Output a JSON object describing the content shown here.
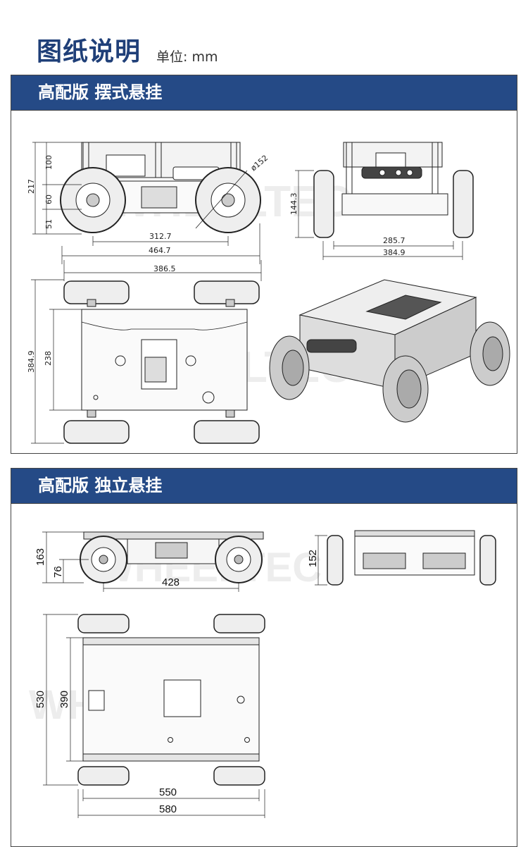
{
  "header": {
    "title": "图纸说明",
    "unit": "单位: mm"
  },
  "section1": {
    "title": "高配版 摆式悬挂",
    "dims": {
      "h_total": "217",
      "h_top": "100",
      "h_mid": "60",
      "h_bot": "51",
      "wheel_dia": "ø152",
      "wheelbase": "312.7",
      "length_total": "464.7",
      "track_side": "144.3",
      "track_inner": "285.7",
      "width_total": "384.9",
      "top_len": "386.5",
      "top_w_total": "384.9",
      "top_w_inner": "238"
    }
  },
  "section2": {
    "title": "高配版 独立悬挂",
    "dims": {
      "h_total": "163",
      "h_axle": "76",
      "wheelbase": "428",
      "side_h": "152",
      "top_w_total": "530",
      "top_w_inner": "390",
      "top_len_inner": "550",
      "top_len_total": "580"
    }
  },
  "watermark": "WHEELTEC"
}
